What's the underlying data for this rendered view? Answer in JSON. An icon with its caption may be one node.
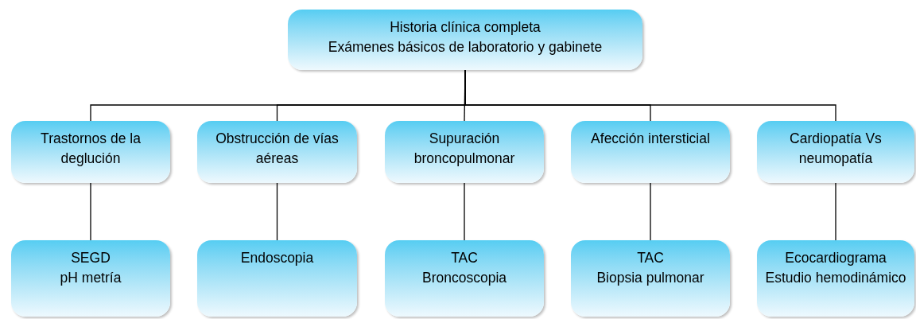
{
  "diagram": {
    "nodes": [
      {
        "text": [
          "Historia clínica completa",
          "Exámenes básicos de laboratorio y gabinete"
        ]
      },
      {
        "text": [
          "Trastornos de la deglución"
        ]
      },
      {
        "text": [
          "Obstrucción de vías aéreas"
        ]
      },
      {
        "text": [
          "Supuración broncopulmonar"
        ]
      },
      {
        "text": [
          "Afección intersticial"
        ]
      },
      {
        "text": [
          "Cardiopatía Vs neumopatía"
        ]
      },
      {
        "text": [
          "SEGD",
          "pH metría"
        ]
      },
      {
        "text": [
          "Endoscopia"
        ]
      },
      {
        "text": [
          "TAC",
          "Broncoscopia"
        ]
      },
      {
        "text": [
          "TAC",
          "Biopsia pulmonar"
        ]
      },
      {
        "text": [
          "Ecocardiograma",
          "Estudio hemodinámico"
        ]
      }
    ],
    "edges": [
      {
        "from": 0,
        "to": 1,
        "arrow": "none"
      },
      {
        "from": 0,
        "to": 2,
        "arrow": "none"
      },
      {
        "from": 0,
        "to": 3,
        "arrow": "none"
      },
      {
        "from": 0,
        "to": 4,
        "arrow": "none"
      },
      {
        "from": 0,
        "to": 5,
        "arrow": "none"
      },
      {
        "from": 1,
        "to": 6,
        "arrow": "none"
      },
      {
        "from": 2,
        "to": 7,
        "arrow": "none"
      },
      {
        "from": 3,
        "to": 8,
        "arrow": "none"
      },
      {
        "from": 4,
        "to": 9,
        "arrow": "none"
      },
      {
        "from": 5,
        "to": 10,
        "arrow": "none"
      }
    ]
  }
}
